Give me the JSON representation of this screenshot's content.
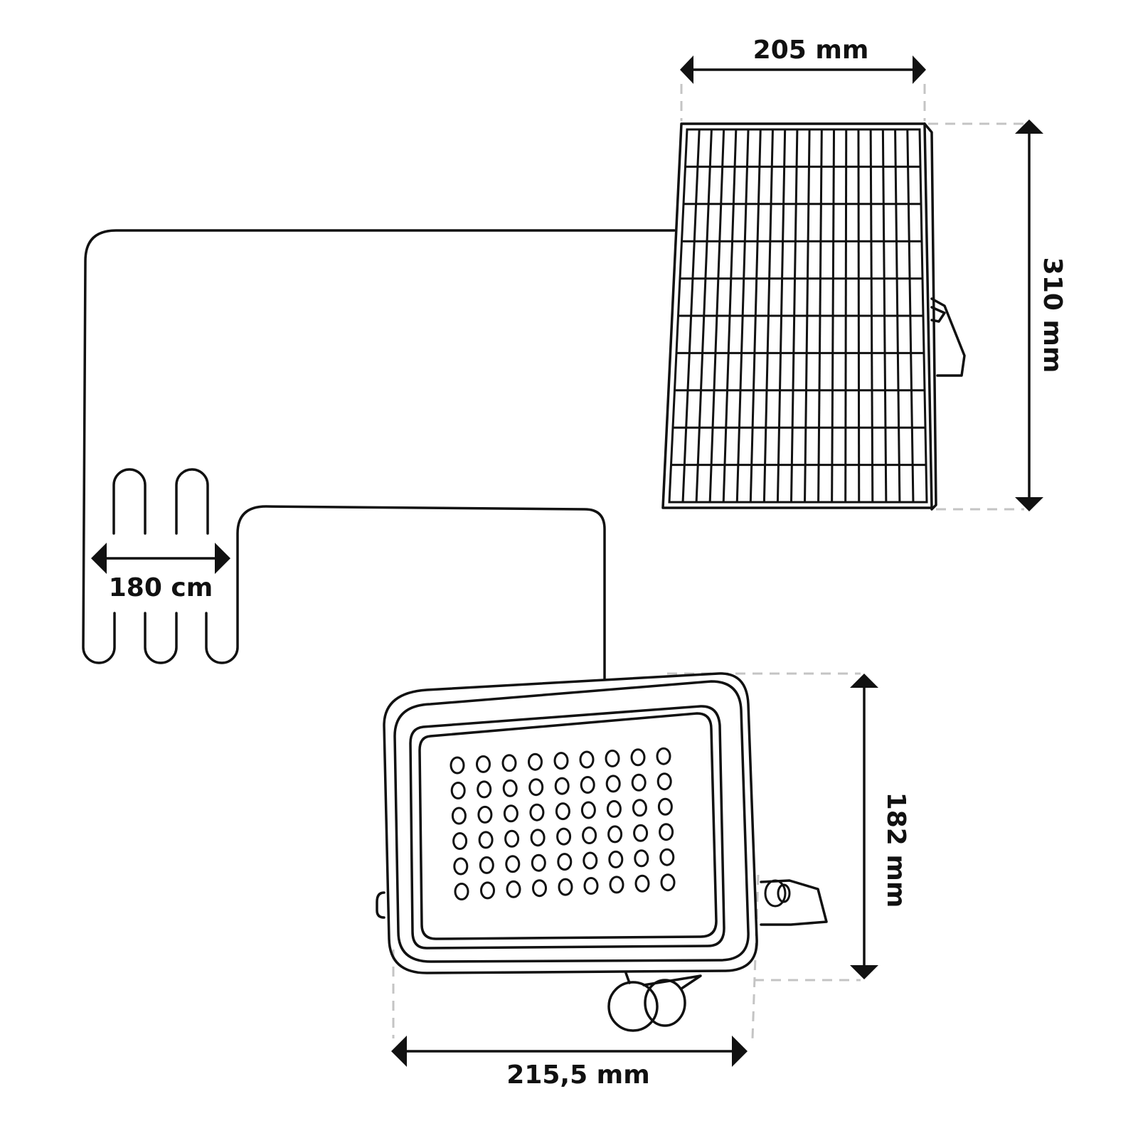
{
  "dimensions": {
    "panel_width": "205 mm",
    "panel_height": "310 mm",
    "cable_length": "180 cm",
    "lamp_height": "182 mm",
    "lamp_width": "215,5 mm"
  },
  "colors": {
    "line": "#111111",
    "extension_line": "#c4c4c4",
    "background": "#ffffff"
  },
  "solar_panel": {
    "rows": 10,
    "columns": 19
  },
  "floodlight": {
    "led_rows": 6,
    "led_columns": 9
  }
}
